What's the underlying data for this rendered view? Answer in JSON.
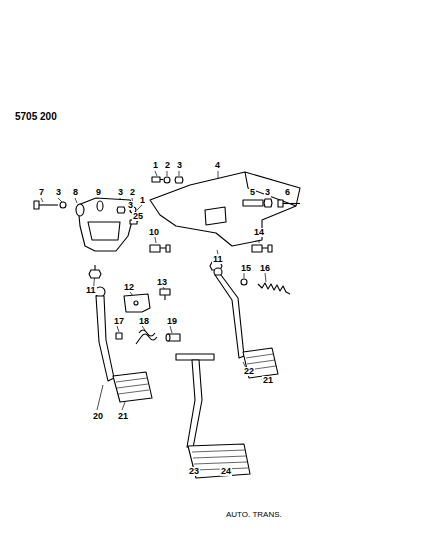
{
  "diagram": {
    "labels": [
      "5705 200",
      "1",
      "2",
      "3",
      "4",
      "5",
      "3",
      "6",
      "7",
      "3",
      "8",
      "9",
      "3",
      "2",
      "3",
      "1",
      "25",
      "10",
      "14",
      "11",
      "11",
      "12",
      "13",
      "15",
      "16",
      "17",
      "18",
      "19",
      "20",
      "21",
      "22",
      "21",
      "23",
      "24",
      "AUTO. TRANS."
    ]
  }
}
